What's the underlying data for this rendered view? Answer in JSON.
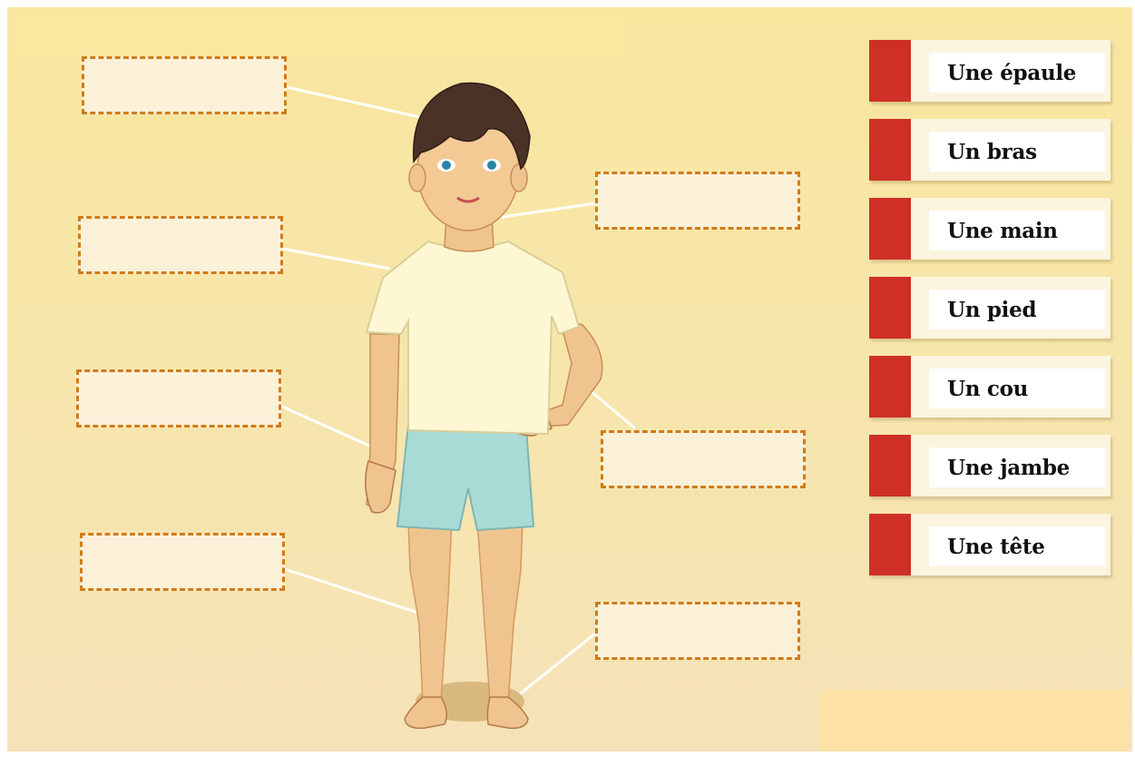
{
  "labels": [
    {
      "text": "Une épaule"
    },
    {
      "text": "Un bras"
    },
    {
      "text": "Une main"
    },
    {
      "text": "Un pied"
    },
    {
      "text": "Un cou"
    },
    {
      "text": "Une jambe"
    },
    {
      "text": "Une tête"
    }
  ],
  "colors": {
    "card_tab": "#cf3026",
    "drop_border": "#d27b16",
    "drop_fill": "#fbf1d8",
    "background": "#f8e59e",
    "leader_line": "#ffffff"
  }
}
